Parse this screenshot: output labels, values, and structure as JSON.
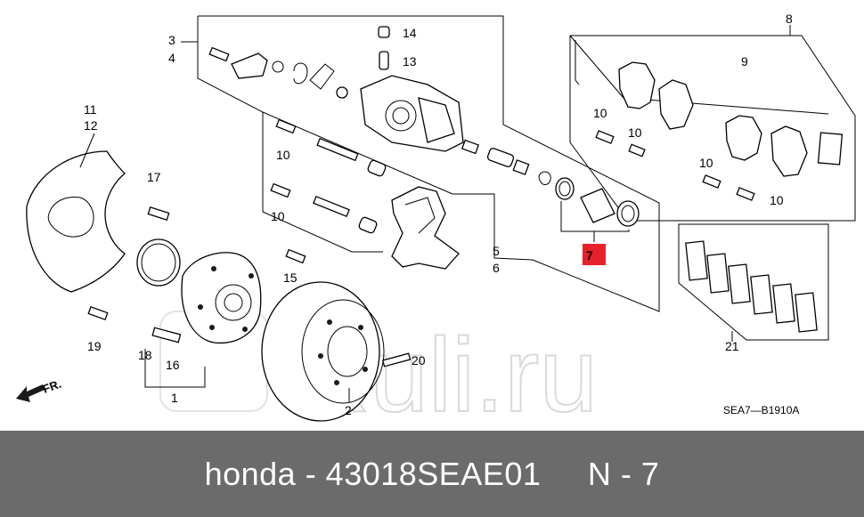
{
  "diagram": {
    "labels": {
      "l1": "1",
      "l2": "2",
      "l3": "3",
      "l4": "4",
      "l5": "5",
      "l6": "6",
      "l7": "7",
      "l8": "8",
      "l9": "9",
      "l10": "10",
      "l11": "11",
      "l12": "12",
      "l13": "13",
      "l14": "14",
      "l15": "15",
      "l16": "16",
      "l17": "17",
      "l18": "18",
      "l19": "19",
      "l20": "20",
      "l21": "21"
    },
    "highlight_color": "#e8202a",
    "watermark": "Ruli.ru",
    "front_marker": "FR.",
    "diagram_code": "SEA7—B1910A"
  },
  "footer": {
    "text": "honda - 43018SEAE01     N - 7"
  }
}
